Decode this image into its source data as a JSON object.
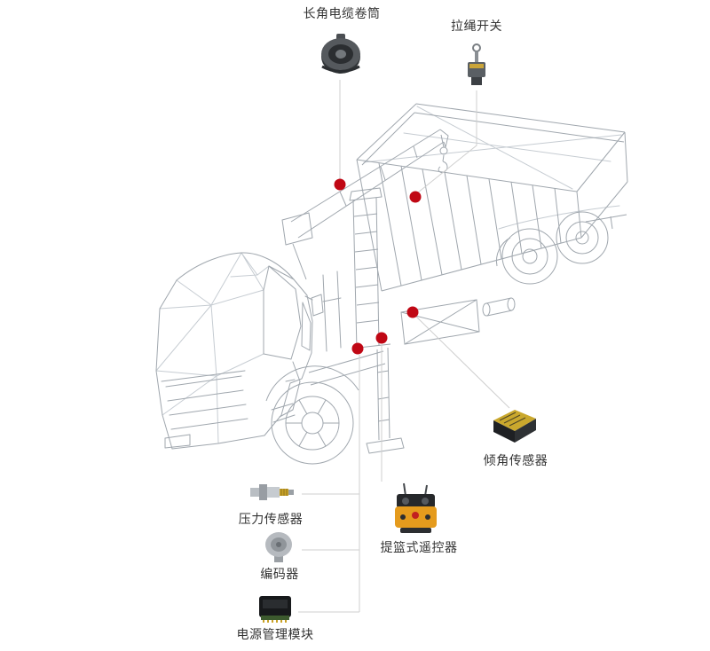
{
  "diagram": {
    "callouts": [
      {
        "id": "cable-reel",
        "label": "长角电缆卷筒",
        "icon": "cable-reel-icon"
      },
      {
        "id": "pull-rope-switch",
        "label": "拉绳开关",
        "icon": "pull-rope-switch-icon"
      },
      {
        "id": "tilt-sensor",
        "label": "倾角传感器",
        "icon": "tilt-sensor-icon"
      },
      {
        "id": "pressure-sensor",
        "label": "压力传感器",
        "icon": "pressure-sensor-icon"
      },
      {
        "id": "encoder",
        "label": "编码器",
        "icon": "encoder-icon"
      },
      {
        "id": "power-module",
        "label": "电源管理模块",
        "icon": "power-module-icon"
      },
      {
        "id": "basket-remote",
        "label": "提篮式遥控器",
        "icon": "basket-remote-icon"
      }
    ],
    "hotspot_count": 5,
    "colors": {
      "hotspot_red": "#c00714",
      "leader_line_gray": "#cfcfcf",
      "wireframe_gray": "#a0a7ae",
      "label_text": "#333333",
      "background": "#ffffff"
    }
  }
}
